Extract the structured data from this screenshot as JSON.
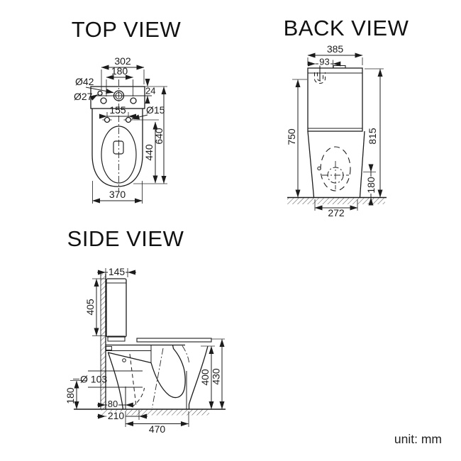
{
  "unit_note": "unit: mm",
  "top_view": {
    "title": "TOP VIEW",
    "dim_width_top": "302",
    "dim_hole_spacing": "180",
    "dim_hole_big": "Ø42",
    "dim_hole_small": "Ø27",
    "dim_lid_depth": "24",
    "dim_hinge_spacing": "155",
    "dim_hinge_hole": "Ø15",
    "dim_bowl_length": "440",
    "dim_total_length": "640",
    "dim_bowl_width": "370"
  },
  "back_view": {
    "title": "BACK VIEW",
    "dim_tank_width": "385",
    "dim_inlet_offset": "93",
    "dim_inlet_height": "750",
    "dim_total_height": "815",
    "dim_outlet_height": "180",
    "dim_base_width": "272"
  },
  "side_view": {
    "title": "SIDE VIEW",
    "dim_tank_depth": "145",
    "dim_tank_height": "405",
    "dim_outlet_diameter": "Ø 103",
    "dim_outlet_height": "180",
    "dim_outlet_wall": "80",
    "dim_trap_distance": "210",
    "dim_base_depth": "470",
    "dim_rim_height": "400",
    "dim_seat_height": "430"
  }
}
